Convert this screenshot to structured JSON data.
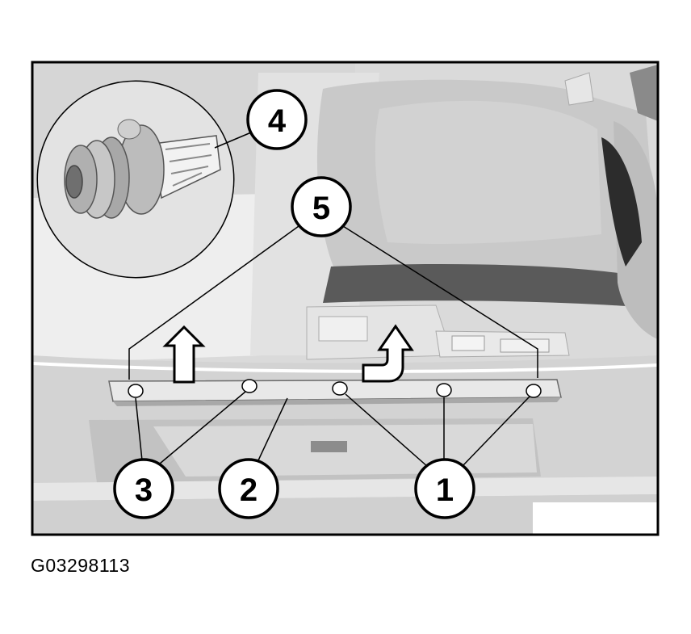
{
  "figure": {
    "code": "G03298113",
    "callouts": {
      "c1": "1",
      "c2": "2",
      "c3": "3",
      "c4": "4",
      "c5": "5"
    }
  },
  "colors": {
    "frame": "#000000",
    "background_gray": "#d9d9d9",
    "light_gray": "#ececec",
    "mid_gray": "#c4c4c4",
    "white": "#ffffff"
  }
}
